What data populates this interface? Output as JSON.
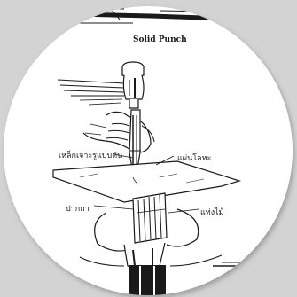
{
  "diagram": {
    "title": "Solid Punch",
    "labels": {
      "punch": "เหล็กเจาะรูแบบตัน",
      "metal_sheet": "แผ่นโลหะ",
      "nail": "ปากกา",
      "wood_block": "แท่งไม้"
    }
  },
  "colors": {
    "background": "#d3d3d3",
    "circle_fill": "#ffffff",
    "line": "#1a1a1a"
  }
}
